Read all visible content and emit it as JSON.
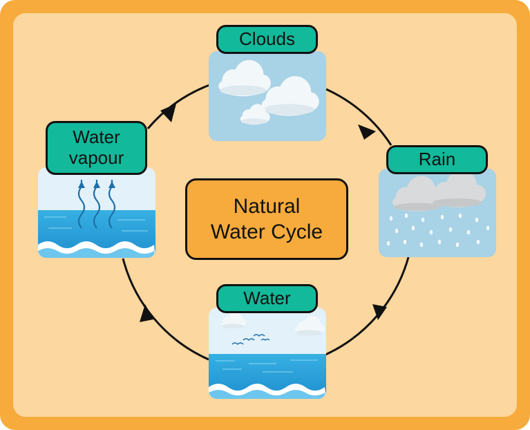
{
  "title": {
    "line1": "Natural",
    "line2": "Water Cycle"
  },
  "stages": {
    "clouds": "Clouds",
    "rain": "Rain",
    "water": "Water",
    "vapour_line1": "Water",
    "vapour_line2": "vapour"
  },
  "colors": {
    "border": "#f6ab3c",
    "background": "#fcd79f",
    "label": "#12b99a",
    "center_box": "#f6ab3c",
    "sky": "#a8d2e6",
    "sea": "#2fa6db"
  },
  "icons": {
    "clouds": "clouds-icon",
    "rain": "rain-cloud-icon",
    "water": "sea-icon",
    "vapour": "evaporation-icon"
  }
}
